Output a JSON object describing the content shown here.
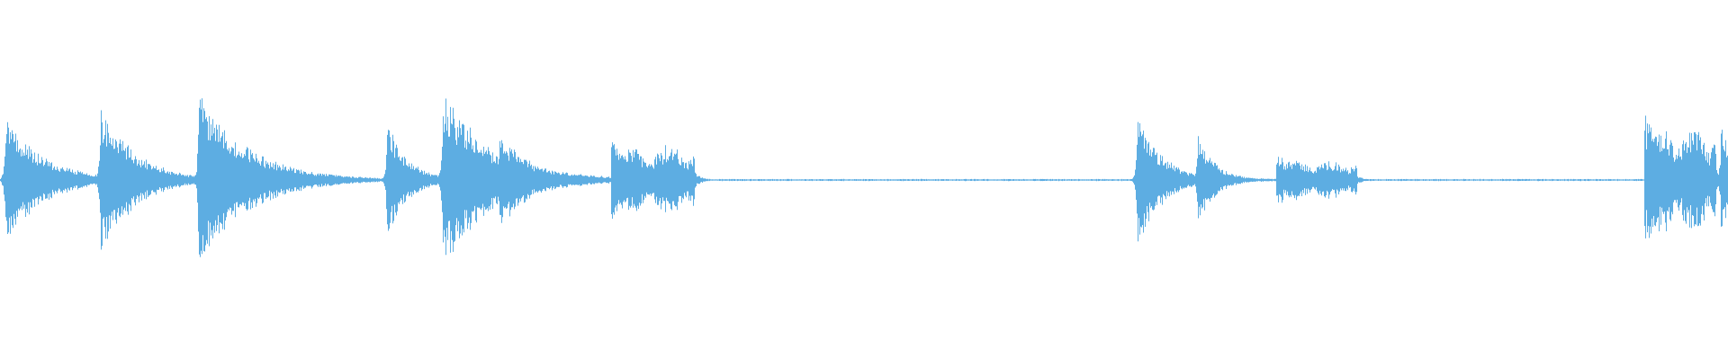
{
  "waveform": {
    "color": "#5dade2",
    "background": "#ffffff",
    "baseline_amplitude": 0.012,
    "events": [
      {
        "id": "e01",
        "kind": "transient",
        "t": 0.003,
        "peak": 0.74,
        "decay": 0.022
      },
      {
        "id": "e02",
        "kind": "transient",
        "t": 0.058,
        "peak": 0.86,
        "decay": 0.02
      },
      {
        "id": "e03",
        "kind": "transient",
        "t": 0.115,
        "peak": 1.0,
        "decay": 0.028
      },
      {
        "id": "e04",
        "kind": "transient",
        "t": 0.224,
        "peak": 0.66,
        "decay": 0.012
      },
      {
        "id": "e05",
        "kind": "transient",
        "t": 0.256,
        "peak": 0.98,
        "decay": 0.03
      },
      {
        "id": "e06",
        "kind": "transient",
        "t": 0.289,
        "peak": 0.56,
        "decay": 0.018
      },
      {
        "id": "e07",
        "kind": "burst",
        "t": 0.354,
        "end": 0.402,
        "peak": 0.46
      },
      {
        "id": "e08",
        "kind": "transient",
        "t": 0.658,
        "peak": 0.78,
        "decay": 0.014
      },
      {
        "id": "e09",
        "kind": "transient",
        "t": 0.693,
        "peak": 0.54,
        "decay": 0.01
      },
      {
        "id": "e10",
        "kind": "burst",
        "t": 0.739,
        "end": 0.785,
        "peak": 0.27
      },
      {
        "id": "e11",
        "kind": "burst",
        "t": 0.952,
        "end": 0.993,
        "peak": 0.72
      },
      {
        "id": "e12",
        "kind": "transient",
        "t": 0.996,
        "peak": 0.68,
        "decay": 0.006
      }
    ]
  }
}
